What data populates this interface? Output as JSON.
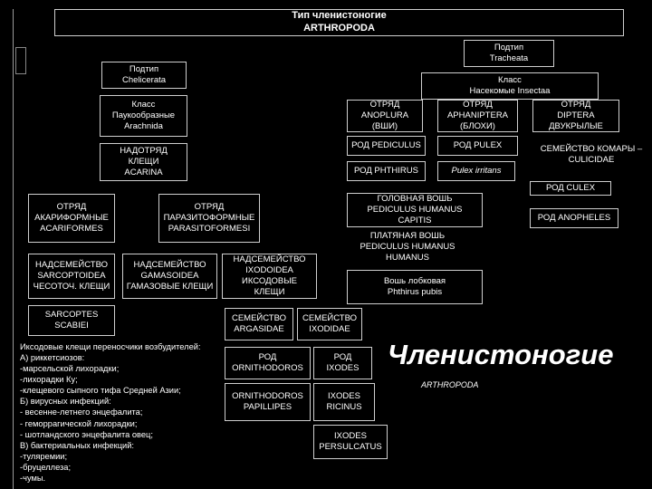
{
  "header": {
    "title": "Тип членистоногие\nARTHROPODA"
  },
  "nodes": {
    "tracheata": "Подтип\nTracheata",
    "chelicerata": "Подтип\nChelicerata",
    "insecta": "Класс\nНасекомые Insectaa",
    "arachnida": "Класс\nПаукообразные\nArachnida",
    "anoplura": "ОТРЯД\nANOPLURA\n(ВШИ)",
    "aphaniptera": "ОТРЯД\nAPHANIPTERA\n(БЛОХИ)",
    "diptera": "ОТРЯД\nDIPTERA\nДВУКРЫЛЫЕ",
    "pediculus": "РОД PEDICULUS",
    "pulex": "РОД PULEX",
    "culicidae": "СЕМЕЙСТВО КОМАРЫ –\nCULICIDAE",
    "acarina": "НАДОТРЯД КЛЕЩИ\nACARINA",
    "phthirus": "РОД PHTHIRUS",
    "pulex_irritans": "Pulex irritans",
    "culex": "РОД CULEX",
    "acariformes": "ОТРЯД\nАКАРИФОРМНЫЕ\nACARIFORMES",
    "parasitiformes": "ОТРЯД\nПАРАЗИТОФОРМНЫЕ\nPARASITOFORMESI",
    "head_louse": "ГОЛОВНАЯ ВОШЬ\nPEDICULUS HUMANUS\nCAPITIS",
    "anopheles": "РОД ANOPHELES",
    "body_louse": "ПЛАТЯНАЯ ВОШЬ\nPEDICULUS HUMANUS\nHUMANUS",
    "sarcoptoidea": "НАДСЕМЕЙСТВО\nSARCOPTOIDEA\nЧЕСОТОЧ. КЛЕЩИ",
    "gamasoidea": "НАДСЕМЕЙСТВО\nGAMASOIDEA\nГАМАЗОВЫЕ КЛЕЩИ",
    "ixodoidea": "НАДСЕМЕЙСТВО\nIXODOIDEA\nИКСОДОВЫЕ КЛЕЩИ",
    "pubic_louse": "Вошь лобковая\nPhthirus pubis",
    "sarcoptes": "SARCOPTES\nSCABIEI",
    "argasidae": "СЕМЕЙСТВО\nARGASIDAE",
    "ixodidae": "СЕМЕЙСТВО\nIXODIDAE",
    "ornithodoros": "РОД\nORNITHODOROS",
    "ixodes": "РОД\nIXODES",
    "papillipes": "ORNITHODOROS\nPAPILLIPES",
    "ricinus": "IXODES\nRICINUS",
    "persulcatus": "IXODES\nPERSULCATUS"
  },
  "notes": "Иксодовые клещи переносчики возбудителей:\nА) риккетсиозов:\n    -марсельской лихорадки;\n    -лихорадки Ку;\n    -клещевого сыпного тифа Средней Азии;\nБ) вирусных инфекций:\n    - весенне-летнего энцефалита;\n    - геморрагической лихорадки;\n    - шотландского энцефалита овец;\nВ) бактериальных инфекций:\n    -туляремии;\n    -бруцеллеза;\n    -чумы.",
  "big_title": "Членистоногие",
  "big_subtitle": "ARTHROPODA"
}
